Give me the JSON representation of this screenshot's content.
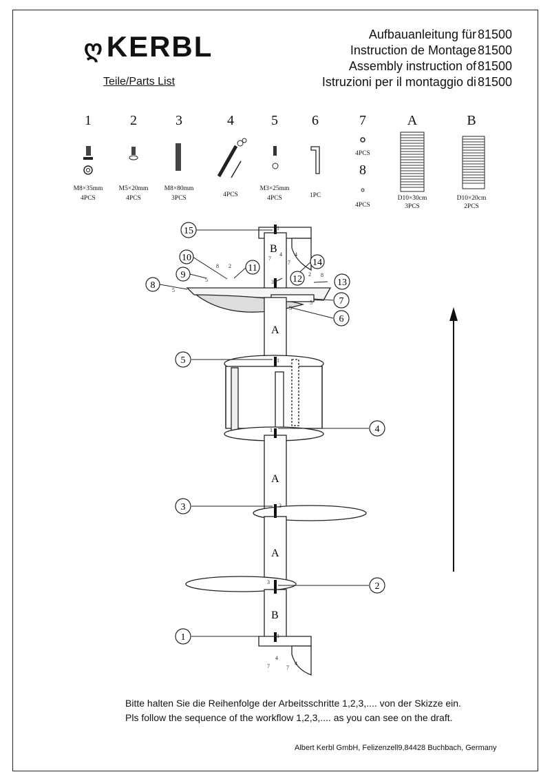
{
  "brand": {
    "logo_text": "KERBL",
    "logo_mark": "ღ"
  },
  "header": {
    "parts_title": "Teile/Parts List",
    "lines": [
      {
        "text": "Aufbauanleitung für",
        "code": "81500"
      },
      {
        "text": "Instruction de Montage",
        "code": "81500"
      },
      {
        "text": "Assembly instruction of",
        "code": "81500"
      },
      {
        "text": "Istruzioni per il montaggio di",
        "code": "81500"
      }
    ]
  },
  "parts": [
    {
      "num": "1",
      "spec": "M8×35mm",
      "qty": "4PCS"
    },
    {
      "num": "2",
      "spec": "M5×20mm",
      "qty": "4PCS"
    },
    {
      "num": "3",
      "spec": "M8×80mm",
      "qty": "3PCS"
    },
    {
      "num": "4",
      "spec": "",
      "qty": "4PCS"
    },
    {
      "num": "5",
      "spec": "M3×25mm",
      "qty": "4PCS"
    },
    {
      "num": "6",
      "spec": "",
      "qty": "1PC"
    },
    {
      "num": "7",
      "spec": "",
      "qty": "4PCS"
    },
    {
      "num": "8",
      "spec": "",
      "qty": "4PCS"
    },
    {
      "num": "A",
      "spec": "D10×30cm",
      "qty": "3PCS"
    },
    {
      "num": "B",
      "spec": "D10×20cm",
      "qty": "2PCS"
    }
  ],
  "callouts": [
    "15",
    "10",
    "11",
    "14",
    "9",
    "12",
    "13",
    "8",
    "7",
    "6",
    "5",
    "4",
    "3",
    "2",
    "1"
  ],
  "post_labels": {
    "a": "A",
    "b": "B"
  },
  "notes": {
    "de": "Bitte halten Sie die Reihenfolge der Arbeitsschritte 1,2,3,.... von der Skizze ein.",
    "en": "Pls follow the sequence of the workflow 1,2,3,.... as you can see on the draft."
  },
  "footer": "Albert Kerbl GmbH, Felizenzell9,84428 Buchbach, Germany"
}
